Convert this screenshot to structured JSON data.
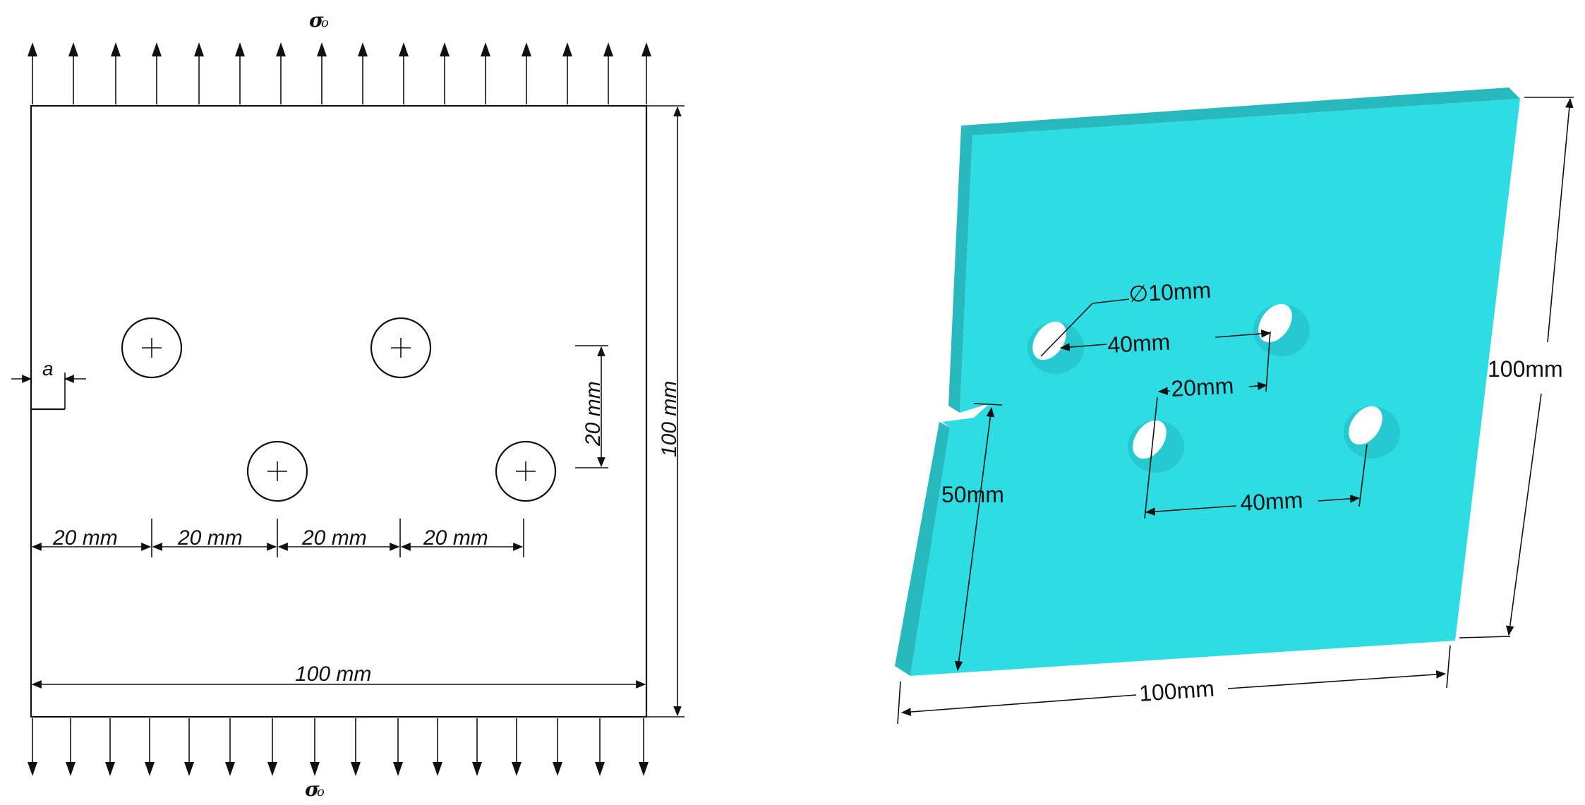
{
  "figure": {
    "left_panel": {
      "stress_symbol": "σ",
      "stress_subscript": "o",
      "crack_label": "a",
      "spacing_labels": [
        "20 mm",
        "20 mm",
        "20 mm",
        "20 mm"
      ],
      "vertical_spacing_label": "20 mm",
      "width_label": "100 mm",
      "height_label": "100 mm"
    },
    "right_panel": {
      "plate_color": "#2ddde3",
      "side_color": "#27b9be",
      "hole_shadow_color": "#25c9cf",
      "diameter_label": "∅10mm",
      "top_spacing_label": "40mm",
      "offset_label": "20mm",
      "bottom_spacing_label": "40mm",
      "notch_height_label": "50mm",
      "width_label": "100mm",
      "height_label": "100mm"
    }
  }
}
